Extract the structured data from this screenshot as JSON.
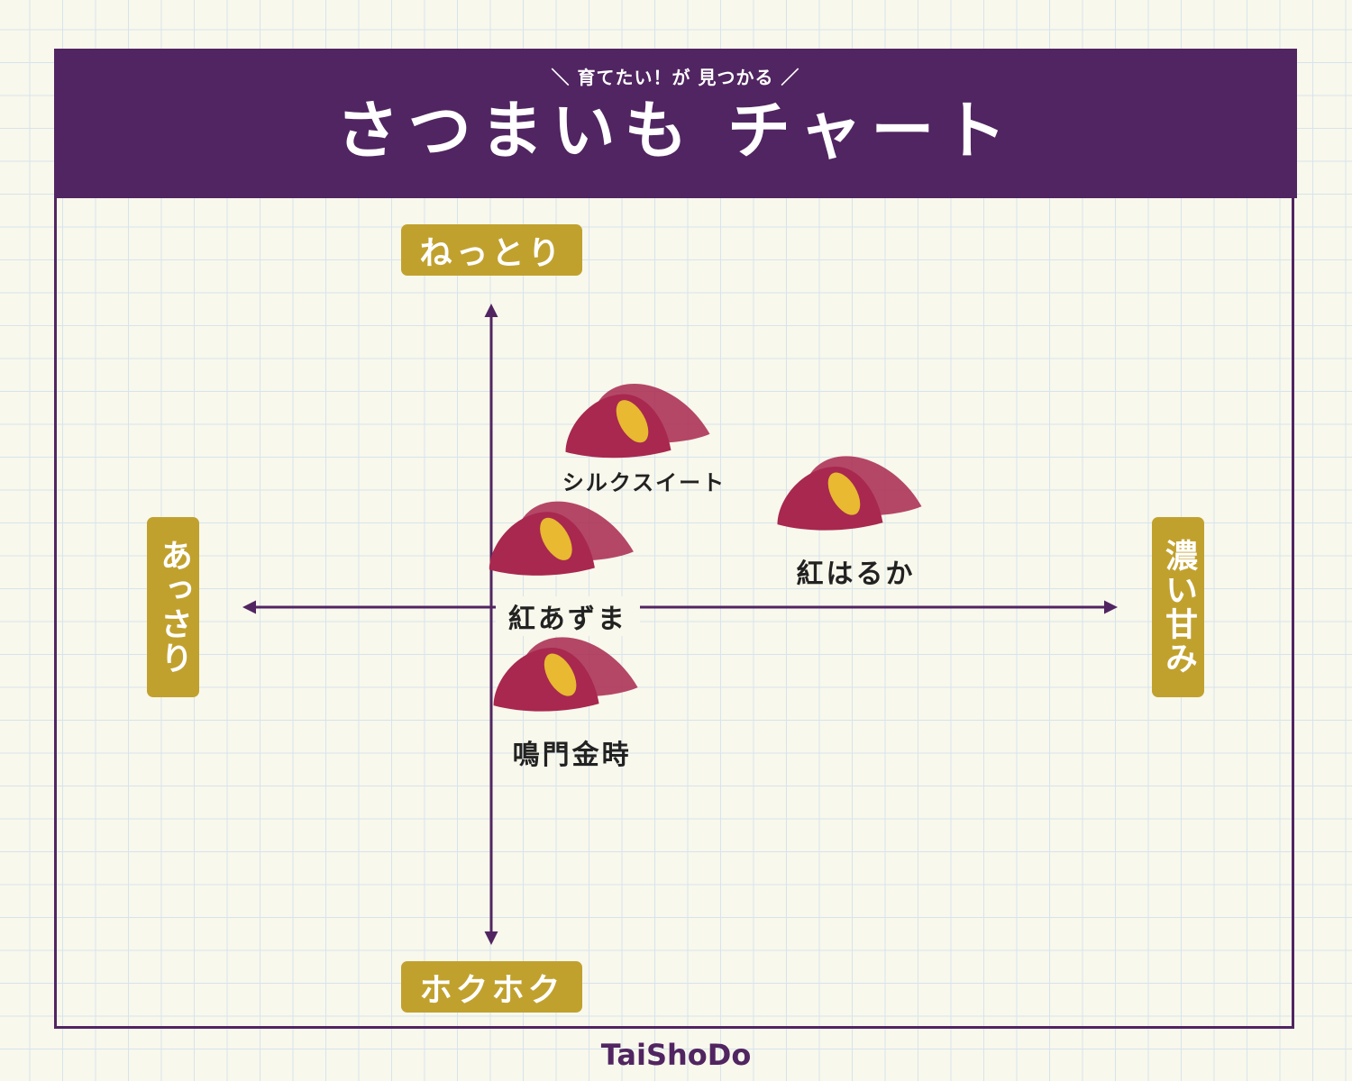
{
  "header": {
    "tagline": "＼ 育てたい！が 見つかる ／",
    "title": "さつまいも チャート"
  },
  "brand": "TaiShoDo",
  "colors": {
    "header_bg": "#512561",
    "label_bg": "#c1a12e",
    "axis": "#512561",
    "sweet_potato_skin": "#a8284f",
    "sweet_potato_flesh": "#e8b931"
  },
  "chart_data": {
    "type": "scatter",
    "title": "さつまいも チャート",
    "axes": {
      "y_top": "ねっとり",
      "y_bottom": "ホクホク",
      "x_left": "あっさり",
      "x_right": "濃い甘み"
    },
    "xlim": [
      -1,
      1
    ],
    "ylim": [
      -1,
      1
    ],
    "grid": true,
    "icon": "sweet-potato-icon",
    "points": [
      {
        "label": "シルクスイート",
        "x": 0.35,
        "y": 0.58
      },
      {
        "label": "紅はるか",
        "x": 0.85,
        "y": 0.34
      },
      {
        "label": "紅あずま",
        "x": 0.17,
        "y": 0.19
      },
      {
        "label": "鳴門金時",
        "x": 0.18,
        "y": -0.26
      }
    ]
  }
}
